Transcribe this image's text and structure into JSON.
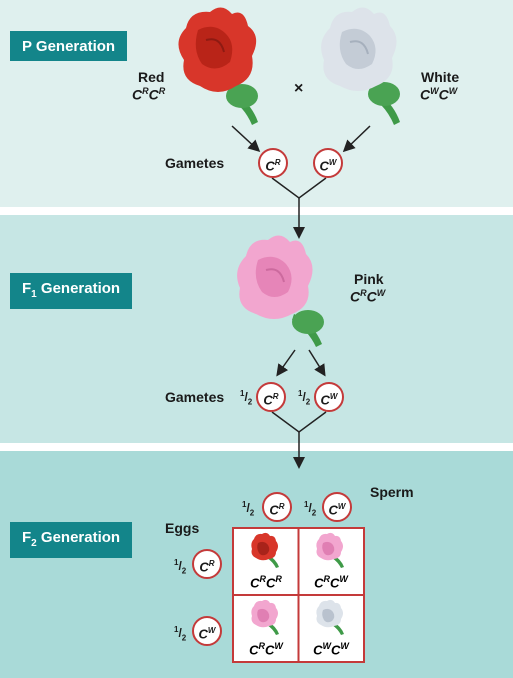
{
  "p_generation": {
    "label": "P Generation",
    "red_label": "Red",
    "red_genotype": {
      "base1": "C",
      "sup1": "R",
      "base2": "C",
      "sup2": "R"
    },
    "white_label": "White",
    "white_genotype": {
      "base1": "C",
      "sup1": "W",
      "base2": "C",
      "sup2": "W"
    },
    "cross_symbol": "×",
    "gametes_label": "Gametes",
    "gametes": [
      {
        "base": "C",
        "sup": "R"
      },
      {
        "base": "C",
        "sup": "W"
      }
    ]
  },
  "f1_generation": {
    "label_main": "F",
    "label_sub": "1",
    "label_rest": " Generation",
    "pink_label": "Pink",
    "pink_genotype": {
      "base1": "C",
      "sup1": "R",
      "base2": "C",
      "sup2": "W"
    },
    "gametes_label": "Gametes",
    "fraction": {
      "num": "1",
      "den": "2"
    },
    "gametes": [
      {
        "base": "C",
        "sup": "R"
      },
      {
        "base": "C",
        "sup": "W"
      }
    ]
  },
  "f2_generation": {
    "label_main": "F",
    "label_sub": "2",
    "label_rest": " Generation",
    "sperm_label": "Sperm",
    "eggs_label": "Eggs",
    "fraction": {
      "num": "1",
      "den": "2"
    },
    "sperm": [
      {
        "base": "C",
        "sup": "R"
      },
      {
        "base": "C",
        "sup": "W"
      }
    ],
    "eggs": [
      {
        "base": "C",
        "sup": "R"
      },
      {
        "base": "C",
        "sup": "W"
      }
    ],
    "cells": [
      {
        "base1": "C",
        "sup1": "R",
        "base2": "C",
        "sup2": "R",
        "flower": "red"
      },
      {
        "base1": "C",
        "sup1": "R",
        "base2": "C",
        "sup2": "W",
        "flower": "pink"
      },
      {
        "base1": "C",
        "sup1": "R",
        "base2": "C",
        "sup2": "W",
        "flower": "pink"
      },
      {
        "base1": "C",
        "sup1": "W",
        "base2": "C",
        "sup2": "W",
        "flower": "white"
      }
    ]
  },
  "colors": {
    "red_flower": "#d8362a",
    "white_flower": "#dde3ea",
    "pink_flower": "#f2a6cf",
    "stem": "#3f9a48",
    "label_bg": "#13858a",
    "gamete_border": "#c43a3a"
  }
}
